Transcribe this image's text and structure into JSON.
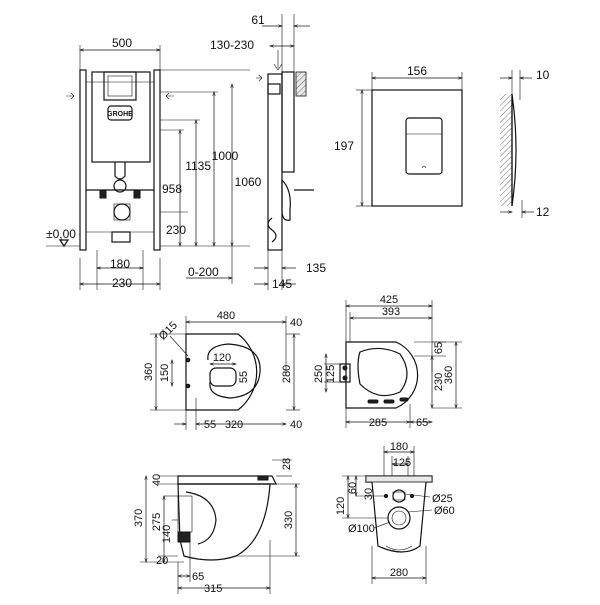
{
  "brand": "GROHE",
  "frame_dims": {
    "width_500": "500",
    "h_1135": "1135",
    "h_1000": "1000",
    "h_958": "958",
    "h_1060": "1060",
    "h_230": "230",
    "zero_level": "±0,00",
    "bottom_180": "180",
    "bottom_230": "230",
    "range_0_200": "0-200",
    "top_61": "61",
    "top_130_230": "130-230",
    "side_135": "135",
    "side_145": "145"
  },
  "plate_dims": {
    "width_156": "156",
    "height_197": "197",
    "depth_10": "10",
    "depth_12": "12"
  },
  "bowl_top_dims": {
    "d15": "Ø15",
    "len_480": "480",
    "w_360": "360",
    "w_150": "150",
    "in_120": "120",
    "in_55": "55",
    "r_280": "280",
    "r_40_top": "40",
    "b_55": "55",
    "b_320": "320",
    "b_40": "40"
  },
  "seat_dims": {
    "w_425": "425",
    "w_393": "393",
    "r_65_top": "65",
    "l_250": "250",
    "l_125": "125",
    "h_230": "230",
    "h_360": "360",
    "b_285": "285",
    "b_65": "65"
  },
  "bowl_side_dims": {
    "h_40": "40",
    "h_28": "28",
    "h_370": "370",
    "h_275": "275",
    "h_140": "140",
    "h_20": "20",
    "h_330": "330",
    "b_65": "65",
    "b_315": "315"
  },
  "bowl_rear_dims": {
    "w_180": "180",
    "w_125": "125",
    "v_120": "120",
    "v_60": "60",
    "v_30": "30",
    "d25": "Ø25",
    "d60": "Ø60",
    "d100": "Ø100",
    "b_280": "280"
  }
}
